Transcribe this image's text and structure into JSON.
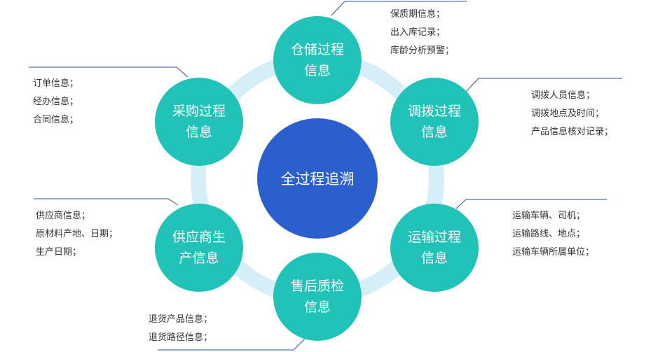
{
  "center": {
    "label": "全过程追溯"
  },
  "nodes": [
    {
      "key": "storage",
      "label": "仓储过程信息",
      "details": [
        "保质期信息；",
        "出入库记录；",
        "库龄分析预警；"
      ]
    },
    {
      "key": "allocation",
      "label": "调拨过程信息",
      "details": [
        "调拨人员信息；",
        "调拨地点及时间；",
        "产品信息核对记录；"
      ]
    },
    {
      "key": "transport",
      "label": "运输过程信息",
      "details": [
        "运输车辆、司机；",
        "运输路线、地点；",
        "运输车辆所属单位；"
      ]
    },
    {
      "key": "aftersales",
      "label": "售后质检信息",
      "details": [
        "退货产品信息；",
        "退货路径信息；"
      ]
    },
    {
      "key": "supplier",
      "label": "供应商生产信息",
      "details": [
        "供应商信息；",
        "原材料产地、日期；",
        "生产日期；"
      ]
    },
    {
      "key": "purchase",
      "label": "采购过程信息",
      "details": [
        "订单信息；",
        "经办信息；",
        "合同信息；"
      ]
    }
  ],
  "colors": {
    "ring": "#d5eef8",
    "node": "#21c2b7",
    "center": "#2c5fce",
    "leader": "#2a4f9e",
    "text": "#333333"
  }
}
